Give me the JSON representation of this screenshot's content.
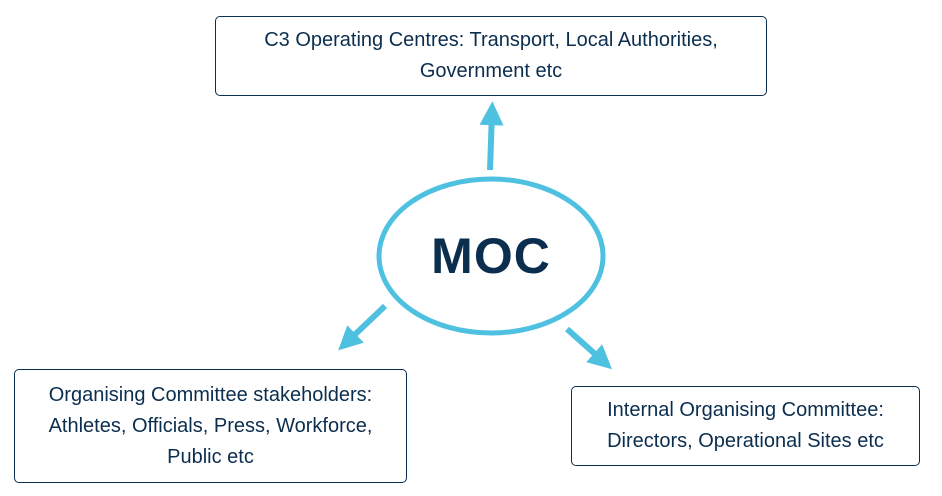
{
  "diagram": {
    "center": {
      "label": "MOC"
    },
    "boxes": {
      "top": {
        "line1": "C3 Operating Centres: Transport, Local Authorities,",
        "line2": "Government etc"
      },
      "left": {
        "line1": "Organising Committee stakeholders:",
        "line2": "Athletes, Officials, Press, Workforce,",
        "line3": "Public etc"
      },
      "right": {
        "line1": "Internal Organising Committee:",
        "line2": "Directors, Operational Sites etc"
      }
    },
    "colors": {
      "accent": "#4fc1e0",
      "text": "#0b2e4f",
      "border": "#0b2e4f"
    }
  }
}
